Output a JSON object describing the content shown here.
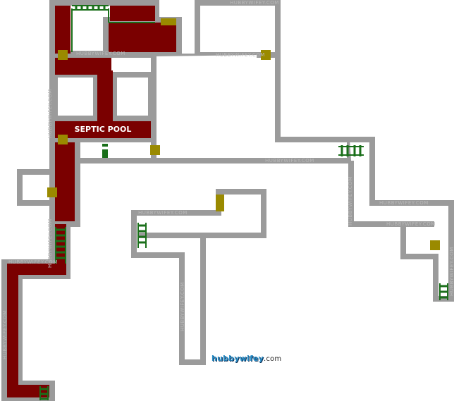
{
  "map": {
    "room_label": "SEPTIC POOL",
    "watermark": "HUBBYWIFEY.COM",
    "credit_brand": "hubbywifey",
    "credit_domain": ".com"
  },
  "colors": {
    "wall": "#9b9b9b",
    "pool": "#7a0000",
    "door": "#9a8a00",
    "ladder": "#1a6f1a",
    "floor": "#ffffff"
  },
  "legend_icons": [
    "ladder-icon",
    "door-marker"
  ]
}
